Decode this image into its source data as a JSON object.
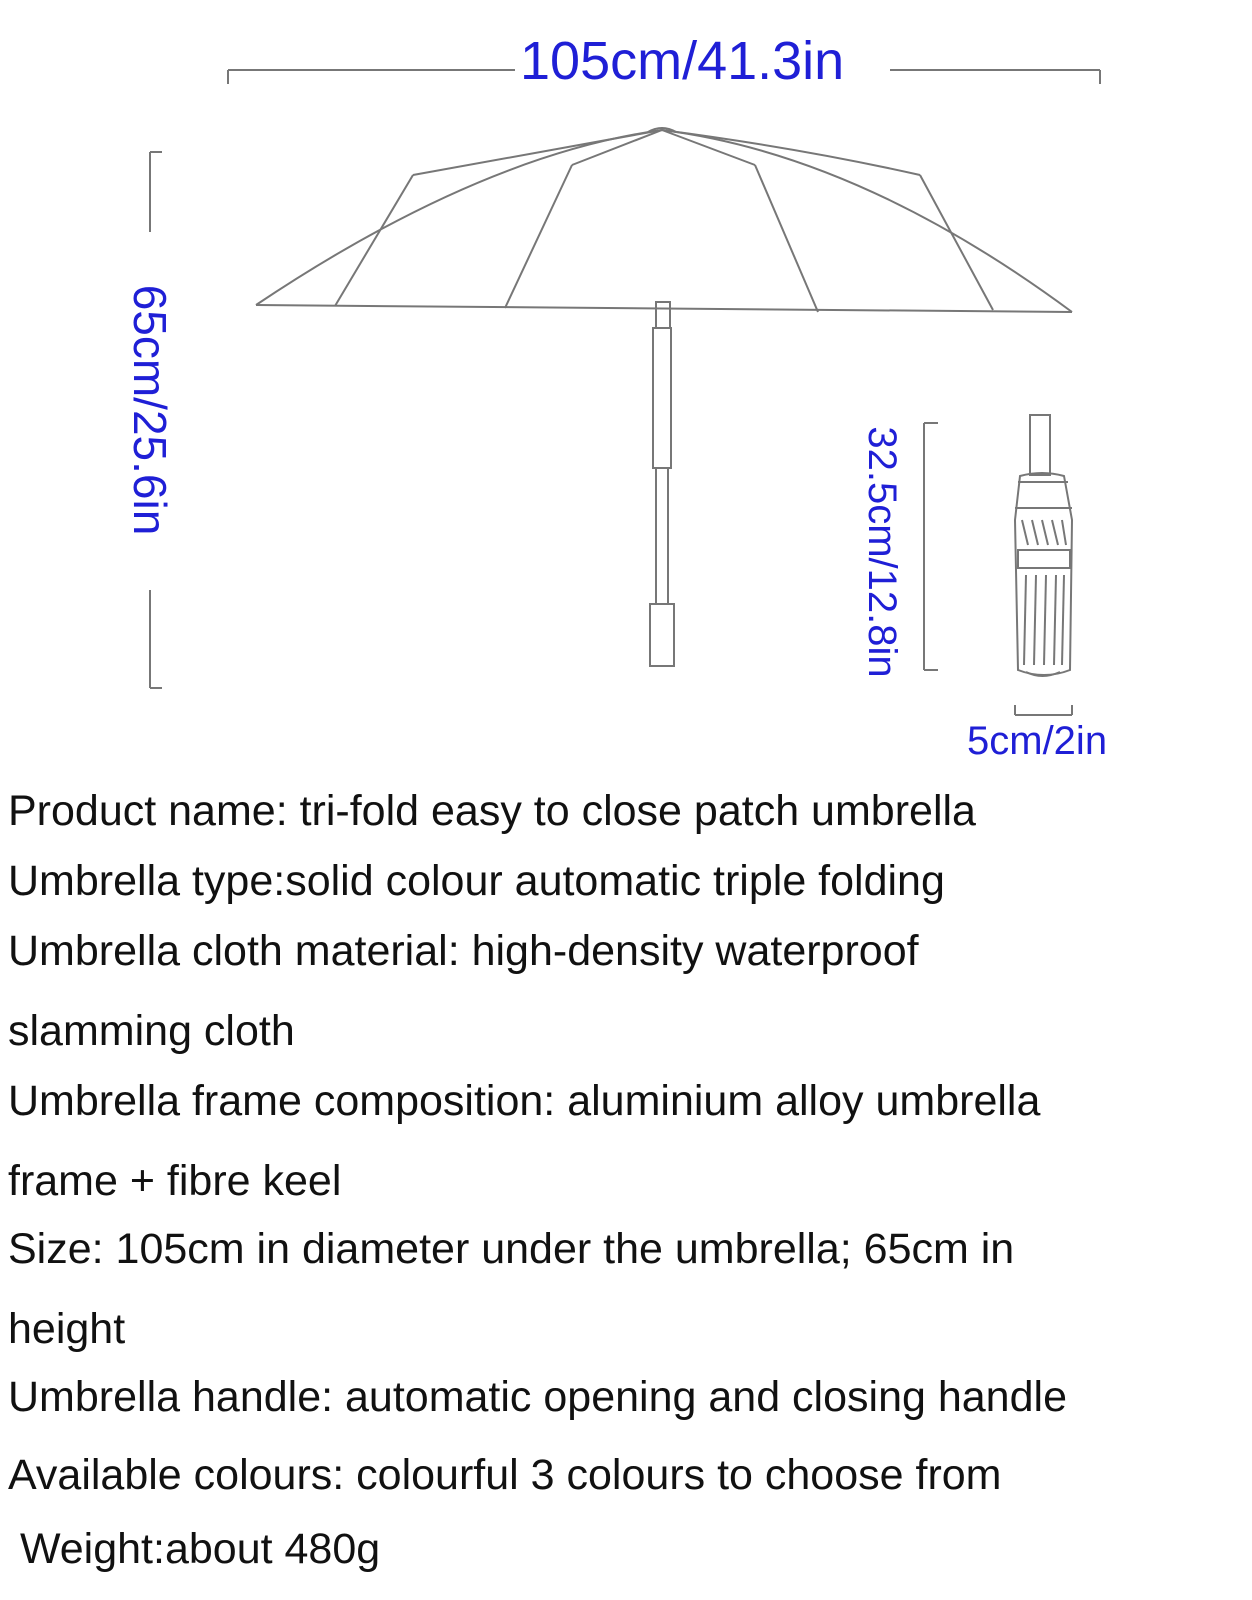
{
  "dimensions": {
    "open_width": "105cm/41.3in",
    "open_height": "65cm/25.6in",
    "folded_length": "32.5cm/12.8in",
    "folded_diameter": "5cm/2in"
  },
  "specs": [
    "Product name: tri-fold easy to close patch umbrella",
    "Umbrella type:solid colour automatic triple folding",
    "Umbrella cloth material: high-density waterproof",
    "slamming cloth",
    "Umbrella frame composition: aluminium alloy umbrella",
    "frame + fibre keel",
    "Size: 105cm in diameter under the umbrella; 65cm in",
    "height",
    "Umbrella handle: automatic opening and closing handle",
    "Available colours: colourful 3 colours to choose from",
    " Weight:about 480g"
  ],
  "colors": {
    "dimension_text": "#1f1fd6",
    "line_art": "#777777",
    "body_text": "#111111"
  }
}
